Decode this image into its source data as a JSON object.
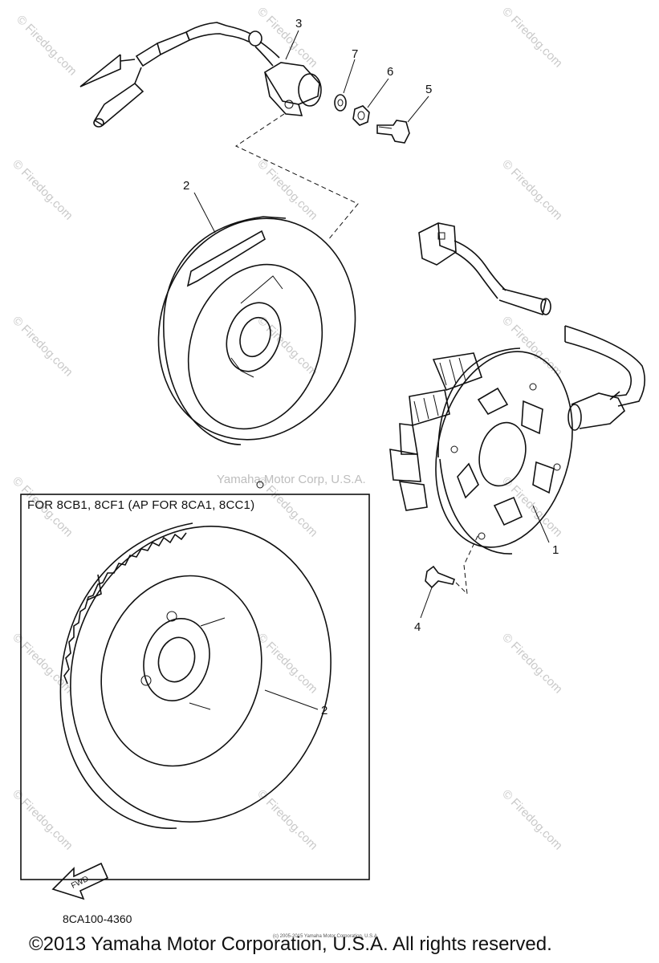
{
  "callouts": [
    {
      "id": "1",
      "label": "1"
    },
    {
      "id": "2a",
      "label": "2"
    },
    {
      "id": "2b",
      "label": "2"
    },
    {
      "id": "3",
      "label": "3"
    },
    {
      "id": "4",
      "label": "4"
    },
    {
      "id": "5",
      "label": "5"
    },
    {
      "id": "6",
      "label": "6"
    },
    {
      "id": "7",
      "label": "7"
    }
  ],
  "inset_label": "FOR 8CB1, 8CF1 (AP FOR 8CA1, 8CC1)",
  "center_watermark": "Yamaha Motor Corp, U.S.A.",
  "watermark_text": "© Firedog.com",
  "fwd_label": "FWD",
  "part_code": "8CA100-4360",
  "tiny_notice": "(c) 2005-2015 Yamaha Motor Corporation, U.S.A.",
  "copyright": "©2013 Yamaha Motor Corporation, U.S.A. All rights reserved."
}
